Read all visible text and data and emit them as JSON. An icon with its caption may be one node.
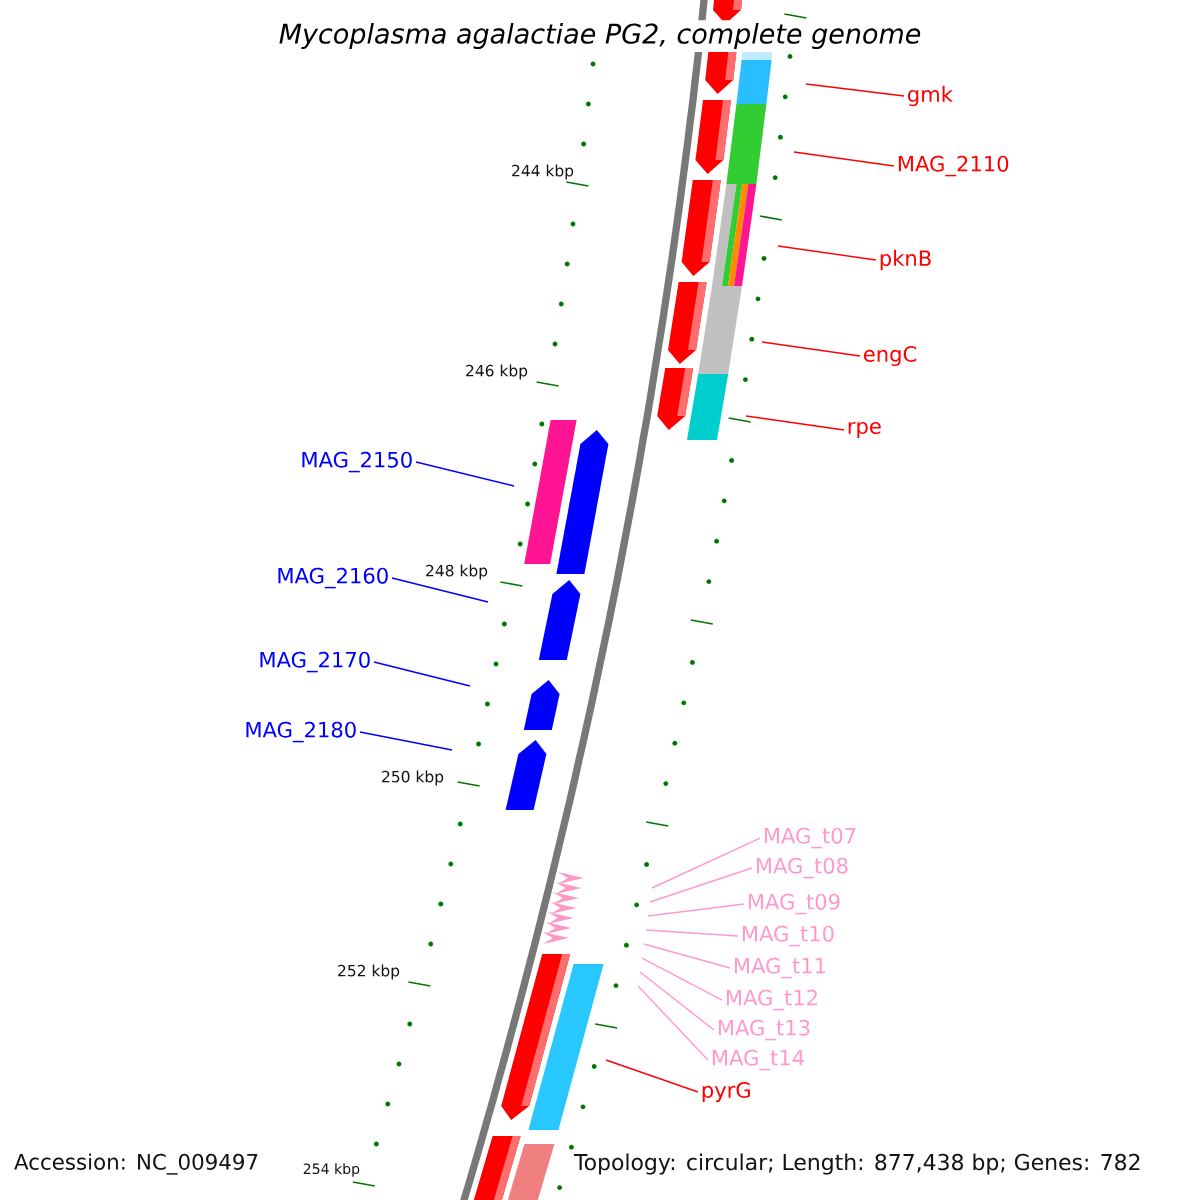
{
  "diagram": {
    "title": "*Mycoplasma agalactiae* PG2, complete genome",
    "nodes": [
      {
        "text": [
          "gmk"
        ]
      },
      {
        "text": [
          "MAG_2110"
        ]
      },
      {
        "text": [
          "pknB"
        ]
      },
      {
        "text": [
          "engC"
        ]
      },
      {
        "text": [
          "rpe"
        ]
      },
      {
        "text": [
          "MAG_2150"
        ]
      },
      {
        "text": [
          "MAG_2160"
        ]
      },
      {
        "text": [
          "MAG_2170"
        ]
      },
      {
        "text": [
          "MAG_2180"
        ]
      },
      {
        "text": [
          "MAG_t07"
        ]
      },
      {
        "text": [
          "MAG_t08"
        ]
      },
      {
        "text": [
          "MAG_t09"
        ]
      },
      {
        "text": [
          "MAG_t10"
        ]
      },
      {
        "text": [
          "MAG_t11"
        ]
      },
      {
        "text": [
          "MAG_t12"
        ]
      },
      {
        "text": [
          "MAG_t13"
        ]
      },
      {
        "text": [
          "MAG_t14"
        ]
      },
      {
        "text": [
          "pyrG"
        ]
      }
    ],
    "edges": [
      {
        "from": 0,
        "to": null,
        "arrow": "none",
        "color": "#ff0000"
      },
      {
        "from": 1,
        "to": null,
        "arrow": "none",
        "color": "#ff0000"
      },
      {
        "from": 2,
        "to": null,
        "arrow": "none",
        "color": "#ff0000"
      },
      {
        "from": 3,
        "to": null,
        "arrow": "none",
        "color": "#ff0000"
      },
      {
        "from": 4,
        "to": null,
        "arrow": "none",
        "color": "#ff0000"
      },
      {
        "from": 5,
        "to": null,
        "arrow": "none",
        "color": "#0000ff"
      },
      {
        "from": 6,
        "to": null,
        "arrow": "none",
        "color": "#0000ff"
      },
      {
        "from": 7,
        "to": null,
        "arrow": "none",
        "color": "#0000ff"
      },
      {
        "from": 8,
        "to": null,
        "arrow": "none",
        "color": "#0000ff"
      },
      {
        "from": 9,
        "to": null,
        "arrow": "none"
      },
      {
        "from": 10,
        "to": null,
        "arrow": "none"
      },
      {
        "from": 11,
        "to": null,
        "arrow": "none"
      },
      {
        "from": 12,
        "to": null,
        "arrow": "none"
      },
      {
        "from": 13,
        "to": null,
        "arrow": "none"
      },
      {
        "from": 14,
        "to": null,
        "arrow": "none"
      },
      {
        "from": 15,
        "to": null,
        "arrow": "none"
      },
      {
        "from": 16,
        "to": null,
        "arrow": "none"
      },
      {
        "from": 17,
        "to": null,
        "arrow": "none",
        "color": "#ff0000"
      }
    ],
    "labels": [
      "244 kbp",
      "246 kbp",
      "248 kbp",
      "250 kbp",
      "252 kbp",
      "254 kbp",
      "Accession: NC_009497",
      "Topology: circular; Length: 877,438 bp; Genes: 782"
    ]
  }
}
